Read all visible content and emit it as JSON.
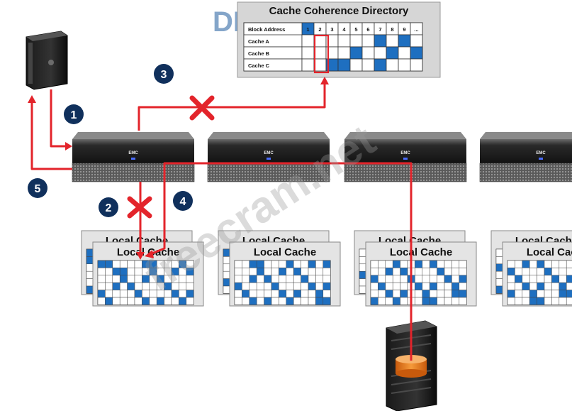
{
  "watermark_brand": "DÉLL EMC",
  "watermark_site": "freecram.net",
  "directory": {
    "title": "Cache Coherence Directory",
    "header_label": "Block Address",
    "columns": [
      "1",
      "2",
      "3",
      "4",
      "5",
      "6",
      "7",
      "8",
      "9",
      "..."
    ],
    "rows": [
      {
        "label": "Cache A",
        "filled": [
          false,
          false,
          false,
          false,
          false,
          false,
          true,
          false,
          true,
          false
        ]
      },
      {
        "label": "Cache B",
        "filled": [
          false,
          false,
          false,
          false,
          true,
          false,
          false,
          true,
          false,
          true
        ]
      },
      {
        "label": "Cache C",
        "filled": [
          false,
          false,
          true,
          true,
          false,
          false,
          true,
          false,
          false,
          false
        ]
      }
    ]
  },
  "steps": [
    "1",
    "2",
    "3",
    "4",
    "5"
  ],
  "engine_label": "EMC",
  "local_cache_label": "Local Cache",
  "colors": {
    "arrow": "#e3242b",
    "badge": "#10305c",
    "filled_cell": "#1e6fc0",
    "x_mark": "#e3242b",
    "drive": "#f07a1a"
  },
  "icons": [
    "host-server-icon",
    "storage-array-icon",
    "x-mark-icon",
    "arrowhead-icon"
  ]
}
